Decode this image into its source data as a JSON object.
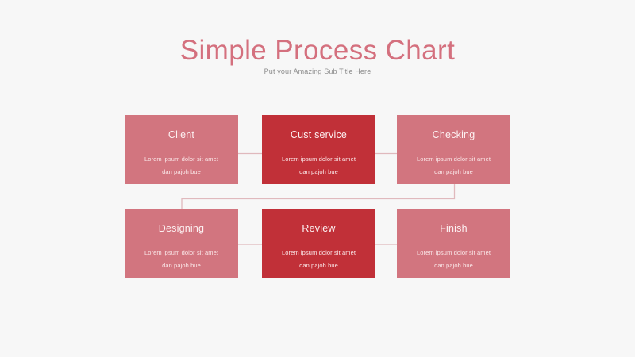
{
  "header": {
    "title": "Simple Process Chart",
    "subtitle": "Put your Amazing Sub Title Here"
  },
  "colors": {
    "background": "#f7f7f7",
    "title": "#d4707e",
    "subtitle": "#8d8d8d",
    "node_light": "#d2757f",
    "node_dark": "#c13038",
    "connector": "#e0b9bd",
    "node_text": "#ffffff"
  },
  "chart_data": {
    "type": "diagram",
    "title": "Simple Process Chart",
    "subtitle": "Put your Amazing Sub Title Here",
    "layout": "2 rows x 3 columns, serpentine flow",
    "nodes": [
      {
        "id": "client",
        "label": "Client",
        "row": 1,
        "col": 1,
        "style": "light"
      },
      {
        "id": "cust-service",
        "label": "Cust service",
        "row": 1,
        "col": 2,
        "style": "dark"
      },
      {
        "id": "checking",
        "label": "Checking",
        "row": 1,
        "col": 3,
        "style": "light"
      },
      {
        "id": "designing",
        "label": "Designing",
        "row": 2,
        "col": 1,
        "style": "light"
      },
      {
        "id": "review",
        "label": "Review",
        "row": 2,
        "col": 2,
        "style": "dark"
      },
      {
        "id": "finish",
        "label": "Finish",
        "row": 2,
        "col": 3,
        "style": "light"
      }
    ],
    "node_body": {
      "line1": "Lorem ipsum dolor sit amet",
      "line2": "dan pajoh bue"
    },
    "edges": [
      {
        "from": "client",
        "to": "cust-service",
        "kind": "straight"
      },
      {
        "from": "cust-service",
        "to": "checking",
        "kind": "straight"
      },
      {
        "from": "checking",
        "to": "designing",
        "kind": "elbow"
      },
      {
        "from": "designing",
        "to": "review",
        "kind": "straight"
      },
      {
        "from": "review",
        "to": "finish",
        "kind": "straight"
      }
    ]
  }
}
